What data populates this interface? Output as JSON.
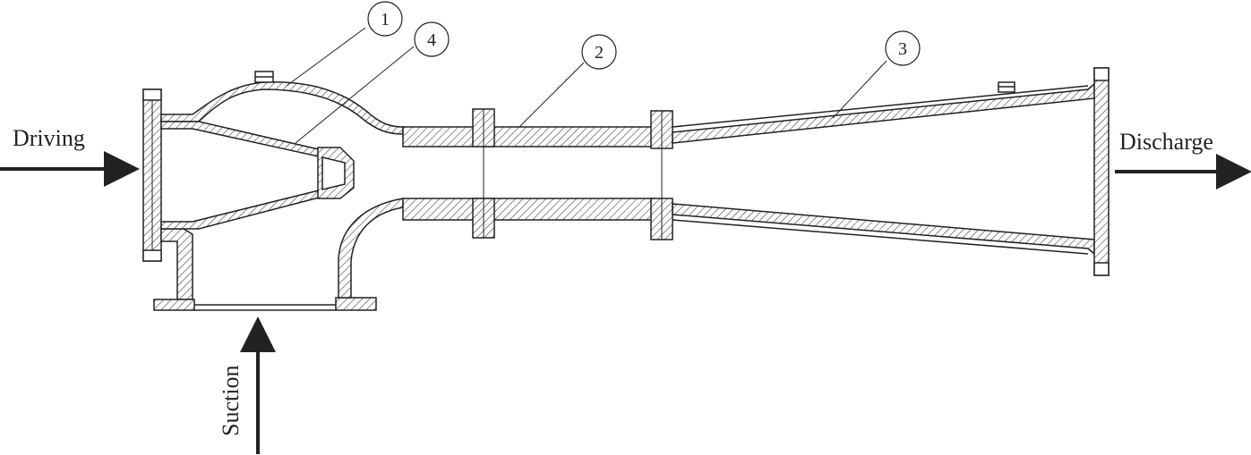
{
  "labels": {
    "driving": "Driving",
    "discharge": "Discharge",
    "suction": "Suction"
  },
  "callouts": [
    "1",
    "2",
    "3",
    "4"
  ],
  "colors": {
    "line": "#222222",
    "hatch": "#444444",
    "background": "#ffffff"
  }
}
